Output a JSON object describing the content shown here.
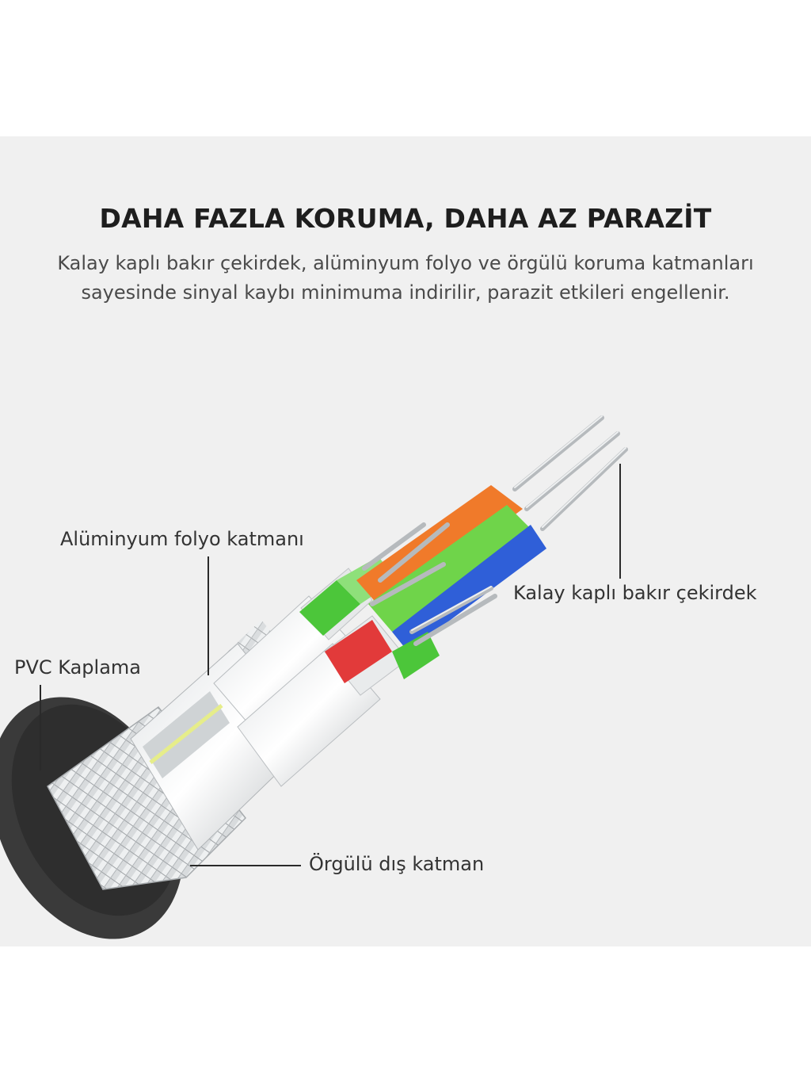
{
  "heading": {
    "title": "DAHA FAZLA KORUMA, DAHA AZ PARAZİT",
    "subtitle_lines": [
      "Kalay kaplı bakır çekirdek, alüminyum folyo ve örgülü koruma katmanları",
      "sayesinde sinyal kaybı minimuma indirilir, parazit etkileri engellenir."
    ]
  },
  "labels": {
    "foil": "Alüminyum folyo katmanı",
    "pvc": "PVC Kaplama",
    "core": "Kalay kaplı bakır çekirdek",
    "braid": "Örgülü dış katman"
  },
  "colors": {
    "background": "#f0f0f0",
    "jacket": "#3a3a3a",
    "orange": "#f07a2a",
    "green": "#4cc63a",
    "blue": "#2f5fd8",
    "red": "#e23a3a",
    "silver": "#c8cbcd"
  }
}
